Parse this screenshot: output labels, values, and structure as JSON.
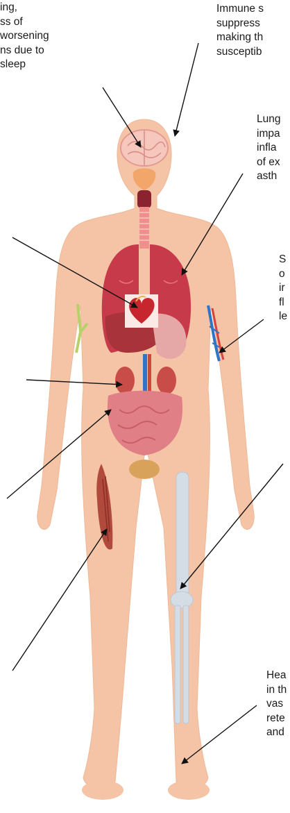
{
  "annotations": {
    "brain": {
      "lines": [
        "ing,",
        "ss of",
        "worsening",
        "ns due to",
        "sleep"
      ]
    },
    "immune": {
      "lines": [
        "Immune s",
        "suppress",
        "making th",
        "susceptib"
      ]
    },
    "lungs": {
      "lines": [
        "Lung",
        "impa",
        "infla",
        "of ex",
        "asth"
      ]
    },
    "arm": {
      "lines": [
        "S",
        "o",
        "ir",
        "fl",
        "le"
      ]
    },
    "legs": {
      "lines": [
        "Hea",
        "in th",
        "vas",
        "rete",
        "and"
      ]
    }
  },
  "colors": {
    "skin": "#f5c4a6",
    "skin_edge": "#eab08d",
    "lung": "#c73a4a",
    "liver": "#a8333b",
    "kidney": "#c84c47",
    "intestine": "#e07f86",
    "bladder": "#d9a25a",
    "bone": "#d4dde6",
    "muscle": "#b04a3c",
    "vein_blue": "#2f74c8",
    "vein_red": "#d8423c",
    "heart": "#c8262f",
    "arrow": "#111111"
  }
}
